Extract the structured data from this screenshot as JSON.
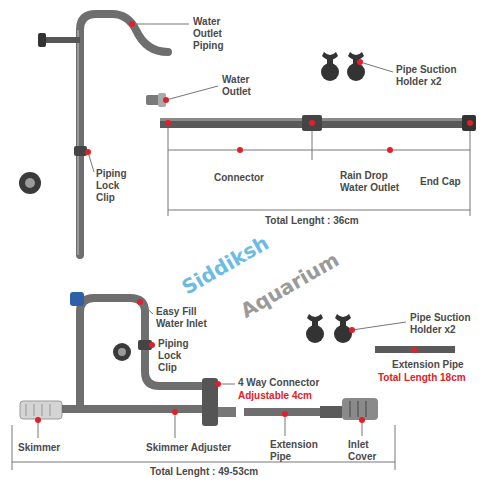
{
  "diagram": {
    "labels": [
      "Water Outlet Piping",
      "Water Outlet",
      "Pipe Suction Holder x2",
      "Piping Lock Clip",
      "Connector",
      "Rain Drop Water Outlet",
      "End Cap",
      "Total Lenght : 36cm",
      "Easy Fill Water Inlet",
      "Pipe Suction Holder x2",
      "Piping Lock Clip",
      "4 Way Connector",
      "Adjustable 4cm",
      "Extension Pipe",
      "Total Length 18cm",
      "Skimmer",
      "Skimmer Adjuster",
      "Extension Pipe",
      "Inlet Cover",
      "Total Lenght : 49-53cm",
      "Siddiksh",
      "Aquarium"
    ]
  }
}
